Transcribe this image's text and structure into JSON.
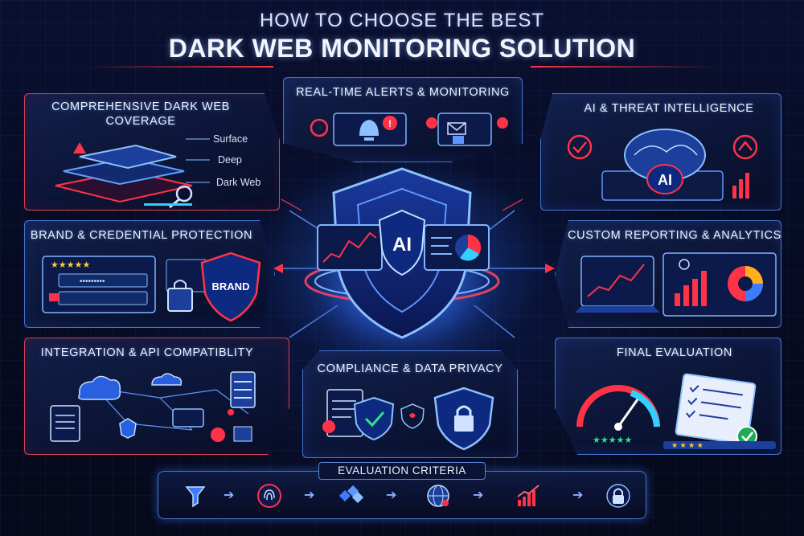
{
  "header": {
    "title_top": "HOW TO CHOOSE THE BEST",
    "title_main": "DARK WEB MONITORING SOLUTION"
  },
  "panels": {
    "coverage": {
      "title_line1": "COMPREHENSIVE DARK WEB",
      "title_line2": "COVERAGE",
      "layers": [
        "Surface",
        "Deep",
        "Dark Web"
      ]
    },
    "alerts": {
      "title": "REAL-TIME ALERTS & MONITORING"
    },
    "ai": {
      "title": "AI & THREAT INTELLIGENCE",
      "badge": "AI"
    },
    "brand": {
      "title": "BRAND & CREDENTIAL PROTECTION",
      "shield_label": "BRAND"
    },
    "report": {
      "title": "CUSTOM REPORTING & ANALYTICS"
    },
    "integration": {
      "title": "INTEGRATION & API COMPATIBLITY"
    },
    "compliance": {
      "title": "COMPLIANCE & DATA PRIVACY"
    },
    "final": {
      "title": "FINAL EVALUATION"
    }
  },
  "center": {
    "shield_label": "AI"
  },
  "evaluation": {
    "label": "EVALUATION CRITERIA",
    "icons": [
      "funnel-shield-icon",
      "fingerprint-icon",
      "network-icon",
      "globe-gear-icon",
      "growth-chart-icon",
      "lock-icon"
    ]
  },
  "colors": {
    "accent_blue": "#3d7bff",
    "accent_red": "#ff3348",
    "background": "#050a1e"
  }
}
